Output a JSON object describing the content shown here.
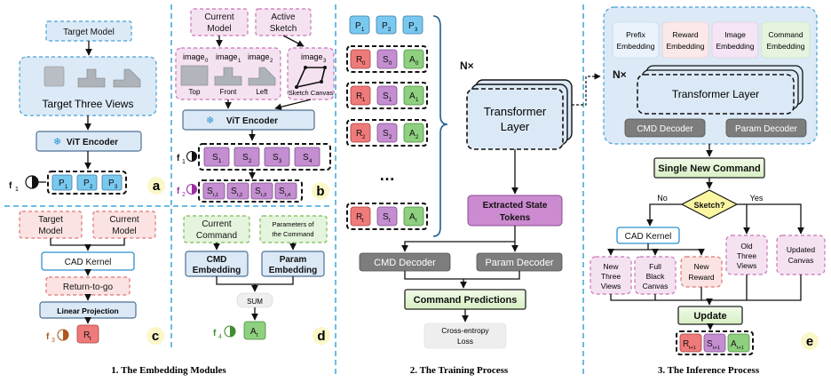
{
  "embedding": {
    "target_model": "Target Model",
    "target_three_views": "Target Three Views",
    "vit_encoder": "ViT Encoder",
    "f1": "f",
    "p_tokens": [
      "P",
      "P",
      "P"
    ],
    "p_subs": [
      "1",
      "2",
      "3"
    ],
    "label_a": "a",
    "current_model": "Current Model",
    "active_sketch": "Active Sketch",
    "image": "image",
    "image_subs": [
      "0",
      "1",
      "2",
      "3"
    ],
    "view_top": "Top",
    "view_front": "Front",
    "view_left": "Left",
    "sketch_canvas": "Sketch Canvas",
    "vit_encoder_b": "ViT Encoder",
    "s_tokens": [
      "S",
      "S",
      "S",
      "S"
    ],
    "s_subs": [
      "1",
      "2",
      "3",
      "4"
    ],
    "st_subs": [
      "t,1",
      "t,2",
      "t,3",
      "t,4"
    ],
    "label_b": "b",
    "c_target_model": "Target Model",
    "c_current_model": "Current Model",
    "cad_kernel": "CAD Kernel",
    "return_to_go": "Return-to-go",
    "linear_projection": "Linear Projection",
    "r_token": "R",
    "label_c": "c",
    "current_command": "Current Command",
    "parameters_of_command": "Parameters of the Command",
    "cmd_embedding": "CMD Embedding",
    "param_embedding": "Param Embedding",
    "sum": "SUM",
    "a_token": "A",
    "label_d": "d",
    "title": "1. The Embedding Modules"
  },
  "training": {
    "p_tokens": [
      "P",
      "P",
      "P"
    ],
    "p_subs": [
      "1",
      "2",
      "3"
    ],
    "rows": [
      {
        "r": "0",
        "s": "0",
        "a": "0"
      },
      {
        "r": "1",
        "s": "1",
        "a": "1"
      },
      {
        "r": "2",
        "s": "2",
        "a": "2"
      },
      {
        "r": "t",
        "s": "t",
        "a": "t"
      }
    ],
    "ellipsis": "…",
    "nx": "N×",
    "transformer_layer": "Transformer Layer",
    "extracted_state_tokens": "Extracted State Tokens",
    "cmd_decoder": "CMD Decoder",
    "param_decoder": "Param Decoder",
    "command_predictions": "Command Predictions",
    "cross_entropy_loss": "Cross-entropy Loss",
    "title": "2. The Training Process"
  },
  "inference": {
    "prefix_embedding": "Prefix Embedding",
    "reward_embedding": "Reward Embedding",
    "image_embedding": "Image Embedding",
    "command_embedding": "Command Embedding",
    "nx": "N×",
    "transformer_layer": "Transformer Layer",
    "cmd_decoder": "CMD Decoder",
    "param_decoder": "Param Decoder",
    "single_new_command": "Single New Command",
    "sketch_q": "Sketch?",
    "no": "No",
    "yes": "Yes",
    "cad_kernel": "CAD Kernel",
    "new_three_views": "New Three Views",
    "full_black_canvas": "Full Black Canvas",
    "new_reward": "New Reward",
    "old_three_views": "Old Three Views",
    "updated_canvas": "Updated Canvas",
    "update": "Update",
    "out_tokens": [
      "R",
      "S",
      "A"
    ],
    "out_sub": "t+1",
    "label_e": "e",
    "title": "3. The Inference Process"
  },
  "colors": {
    "blue_token": "#79c8ef",
    "red_token": "#ef7a7a",
    "purple_token": "#c48ed1",
    "green_token": "#8ed07f",
    "separator": "#3aa6d8"
  }
}
